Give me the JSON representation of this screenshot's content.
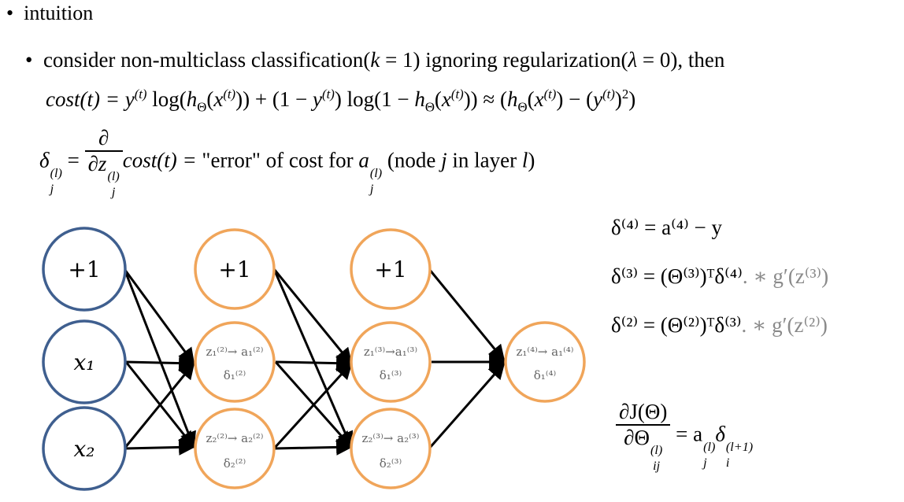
{
  "slide": {
    "bullet1": "intuition",
    "bullet2_a": "consider non-multiclass classification(",
    "bullet2_k": "k",
    "bullet2_eq1": " = 1) ignoring regularization(",
    "bullet2_lambda": "λ",
    "bullet2_eq2": " = 0), then",
    "cost_line": {
      "lhs": "cost(t) = ",
      "rhs_mid": " log(1 − ",
      "approx": " ≈ "
    },
    "delta_line": {
      "partial": "∂",
      "cost": "cost(t) = ",
      "error_text": "\"error\" of cost for ",
      "node_text": " (node ",
      "j": "j",
      "in_layer": " in layer ",
      "l": "l",
      "close": ")"
    }
  },
  "diagram": {
    "colors": {
      "input": "#3f5f8f",
      "hidden": "#f0a55a",
      "edge": "#000000"
    },
    "input_nodes": [
      "+1",
      "x₁",
      "x₂"
    ],
    "layer2_nodes": [
      {
        "label": "+1"
      },
      {
        "top": "z₁⁽²⁾→ a₁⁽²⁾",
        "bottom": "δ₁⁽²⁾"
      },
      {
        "top": "z₂⁽²⁾→ a₂⁽²⁾",
        "bottom": "δ₂⁽²⁾"
      }
    ],
    "layer3_nodes": [
      {
        "label": "+1"
      },
      {
        "top": "z₁⁽³⁾→a₁⁽³⁾",
        "bottom": "δ₁⁽³⁾"
      },
      {
        "top": "z₂⁽³⁾→ a₂⁽³⁾",
        "bottom": "δ₂⁽³⁾"
      }
    ],
    "output_node": {
      "top": "z₁⁽⁴⁾→ a₁⁽⁴⁾",
      "bottom": "δ₁⁽⁴⁾"
    }
  },
  "equations": {
    "delta4": "δ⁽⁴⁾ = a⁽⁴⁾ − y",
    "delta3": "δ⁽³⁾ = (Θ⁽³⁾)ᵀδ⁽⁴⁾",
    "delta3_gray": ". ∗ g′(z⁽³⁾)",
    "delta2": "δ⁽²⁾ = (Θ⁽²⁾)ᵀδ⁽³⁾",
    "delta2_gray": ". ∗ g′(z⁽²⁾)",
    "grad_num": "∂J(Θ)",
    "grad_den": "∂Θ",
    "grad_den_sup": "(l)",
    "grad_den_sub": "ij",
    "grad_rhs": " = a",
    "grad_a_sup": "(l)",
    "grad_a_sub": "j",
    "grad_delta": "δ",
    "grad_d_sup": "(l+1)",
    "grad_d_sub": "i"
  }
}
